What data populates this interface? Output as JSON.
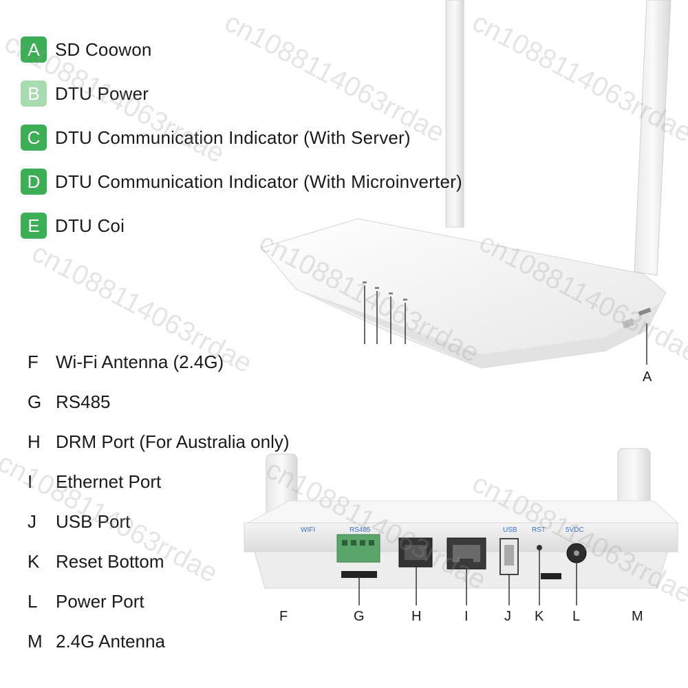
{
  "colors": {
    "badge_green": "#3cae56",
    "badge_light_green": "#a9dbb0",
    "device_body": "#f2f2f2",
    "port_label_blue": "#3b6fd6"
  },
  "top_legend": [
    {
      "letter": "A",
      "text": "SD Coowon"
    },
    {
      "letter": "B",
      "text": "DTU Power"
    },
    {
      "letter": "C",
      "text": "DTU Communication Indicator (With Server)"
    },
    {
      "letter": "D",
      "text": "DTU Communication Indicator (With Microinverter)"
    },
    {
      "letter": "E",
      "text": "DTU Coi"
    }
  ],
  "bottom_legend": [
    {
      "letter": "F",
      "text": "Wi-Fi Antenna (2.4G)"
    },
    {
      "letter": "G",
      "text": "RS485"
    },
    {
      "letter": "H",
      "text": "DRM Port (For Australia only)"
    },
    {
      "letter": "I",
      "text": "Ethernet Port"
    },
    {
      "letter": "J",
      "text": "USB Port"
    },
    {
      "letter": "K",
      "text": "Reset Bottom"
    },
    {
      "letter": "L",
      "text": "Power Port"
    },
    {
      "letter": "M",
      "text": "2.4G Antenna"
    }
  ],
  "callouts": {
    "a": "A",
    "f": "F",
    "g": "G",
    "h": "H",
    "i": "I",
    "j": "J",
    "k": "K",
    "l": "L",
    "m": "M"
  },
  "port_labels": {
    "wifi": "WIFI",
    "rs485": "RS485",
    "usb": "USB",
    "reset": "RST",
    "power": "5VDC"
  },
  "watermark": "cn1088114063rrdae"
}
